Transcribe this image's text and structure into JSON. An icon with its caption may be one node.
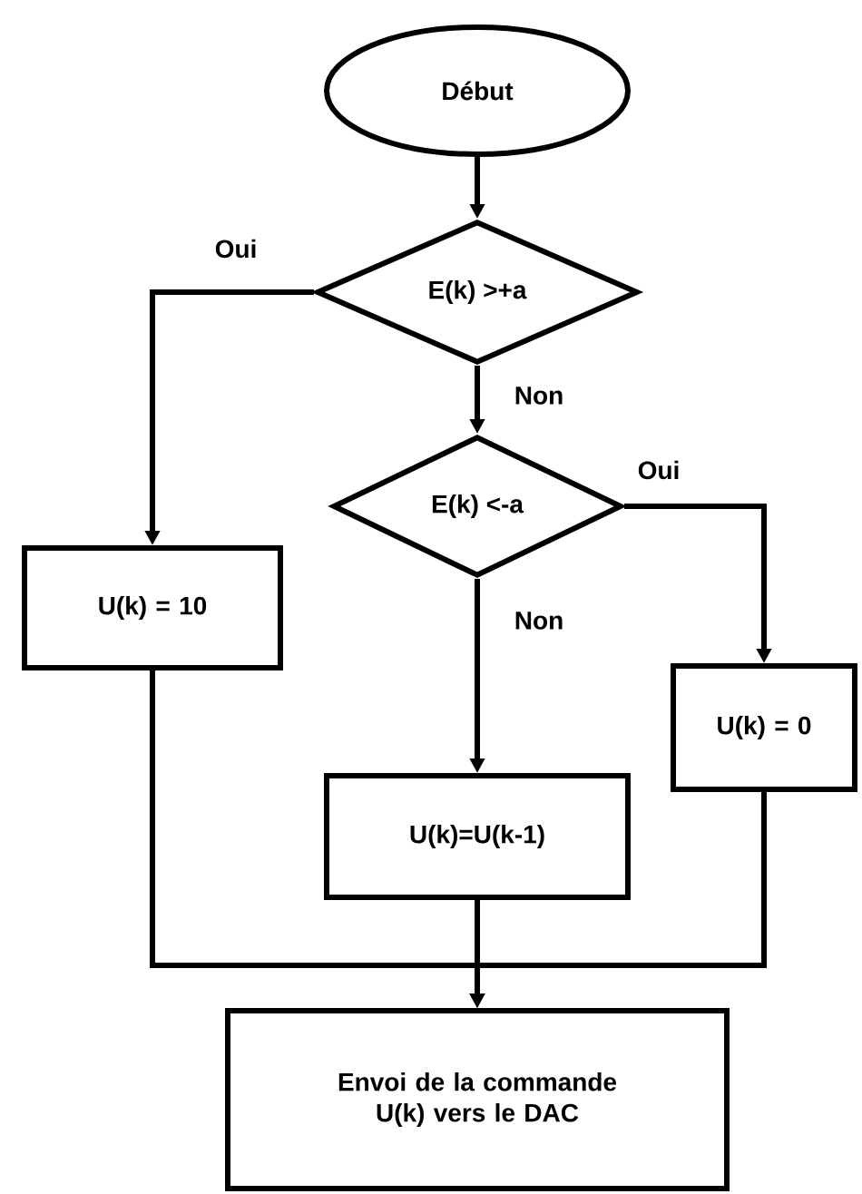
{
  "diagram": {
    "nodes": [
      {
        "text": [
          "Début"
        ]
      },
      {
        "text": [
          "E(k) >+a"
        ]
      },
      {
        "text": [
          "E(k) <-a"
        ]
      },
      {
        "text": [
          "U(k) = 10"
        ]
      },
      {
        "text": [
          "U(k) = 0"
        ]
      },
      {
        "text": [
          "U(k)=U(k-1)"
        ]
      },
      {
        "text": [
          "Envoi de la commande U(k) vers le DAC"
        ]
      }
    ],
    "edges": [
      {
        "from": 0,
        "to": 1,
        "arrow": "to"
      },
      {
        "from": 1,
        "to": 3,
        "arrow": "to",
        "label": "Oui"
      },
      {
        "from": 1,
        "to": 2,
        "arrow": "to",
        "label": "Non"
      },
      {
        "from": 2,
        "to": 4,
        "arrow": "to",
        "label": "Oui"
      },
      {
        "from": 2,
        "to": 5,
        "arrow": "to",
        "label": "Non"
      },
      {
        "from": 3,
        "to": 6,
        "arrow": "to"
      },
      {
        "from": 5,
        "to": 6,
        "arrow": "to"
      },
      {
        "from": 4,
        "to": 6,
        "arrow": "to"
      }
    ]
  }
}
